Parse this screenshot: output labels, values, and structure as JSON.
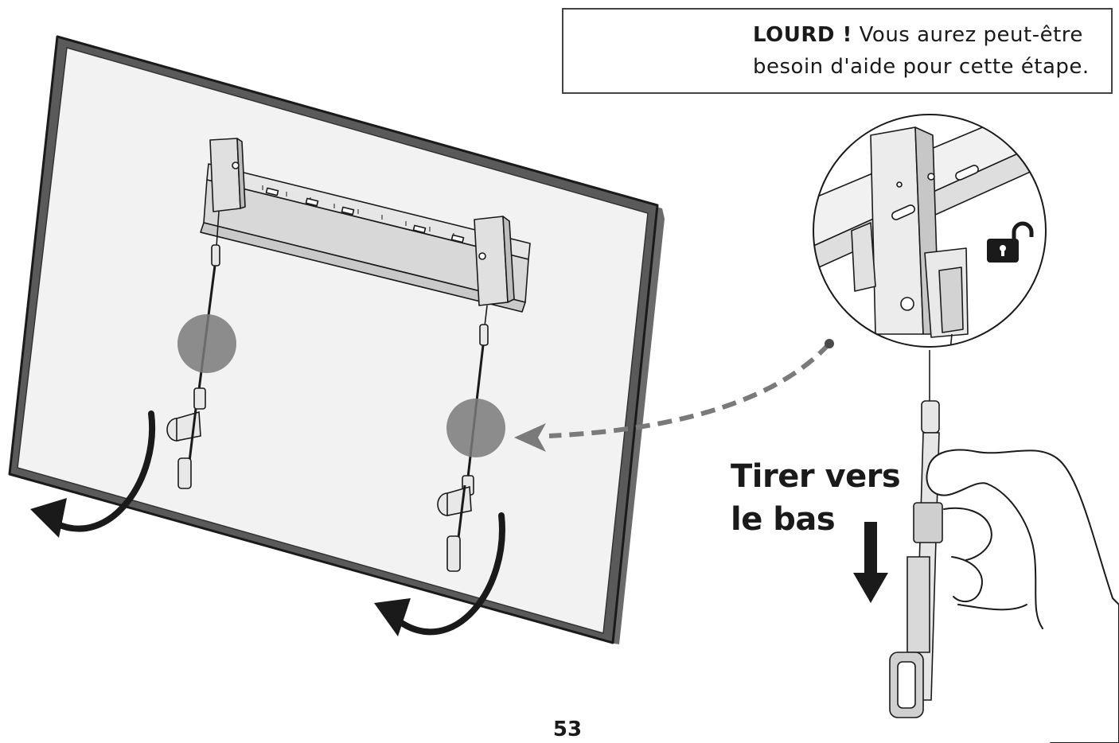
{
  "warning": {
    "icon": "warning-triangle-icon",
    "pictogram": "two-person-lift-icon",
    "heavy_label": "LOURD !",
    "message_line1": "Vous aurez peut-être",
    "message_line2": "besoin d'aide pour cette étape."
  },
  "instruction": {
    "line1": "Tirer vers",
    "line2": "le bas"
  },
  "detail": {
    "lock_state": "unlocked-padlock-icon"
  },
  "page": {
    "number": "53"
  },
  "colors": {
    "ink": "#1a1a1a",
    "highlight_dot": "#7a7a7a",
    "screen": "#f2f2f2"
  }
}
